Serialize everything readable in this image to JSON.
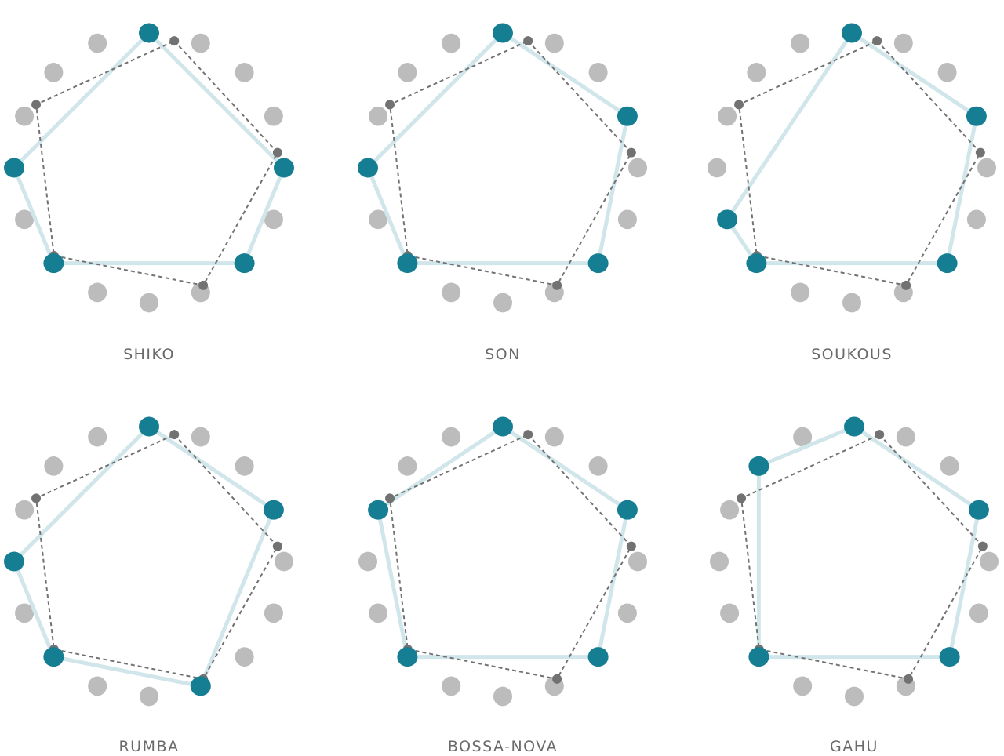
{
  "colors": {
    "background": "#ffffff",
    "beat_dot": "#bcbcbd",
    "onset_dot": "#157e93",
    "onset_polygon": "#d0e6ea",
    "reference_dot": "#727273",
    "reference_line": "#727273",
    "label": "#6a6a6a"
  },
  "steps_per_cycle": 16,
  "panels": [
    {
      "label": "SHIKO",
      "onsets": [
        0,
        4,
        6,
        10,
        12
      ]
    },
    {
      "label": "SON",
      "onsets": [
        0,
        3,
        6,
        10,
        12
      ]
    },
    {
      "label": "SOUKOUS",
      "onsets": [
        0,
        3,
        6,
        10,
        11
      ]
    },
    {
      "label": "RUMBA",
      "onsets": [
        0,
        3,
        7,
        10,
        12
      ]
    },
    {
      "label": "BOSSA-NOVA",
      "onsets": [
        0,
        3,
        6,
        10,
        13
      ]
    },
    {
      "label": "GAHU",
      "onsets": [
        0,
        3,
        6,
        10,
        14
      ]
    }
  ]
}
